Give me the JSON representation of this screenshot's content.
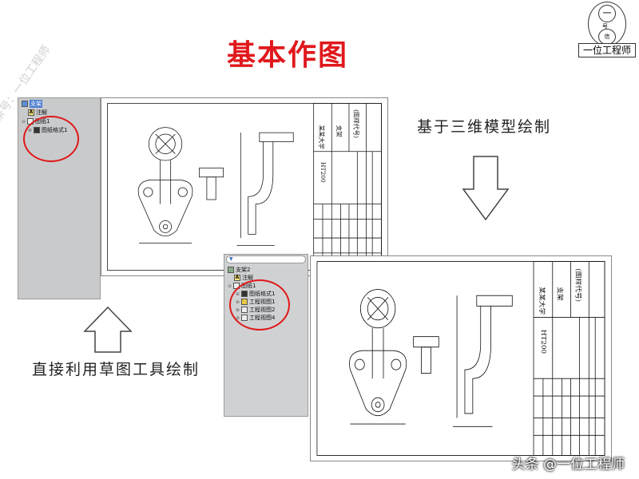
{
  "title": "基本作图",
  "captions": {
    "right": "基于三维模型绘制",
    "left": "直接利用草图工具绘制"
  },
  "logo": {
    "text": "一位工程师",
    "glyphs": [
      "一",
      "号",
      "信"
    ]
  },
  "watermark": "头条号：一位工程师",
  "footer": "头条 @一位工程师",
  "tree1": {
    "root": "支架",
    "items": [
      "注解",
      "图纸1",
      "图纸格式1"
    ]
  },
  "tree2": {
    "root": "支架2",
    "items": [
      "注解",
      "图纸1",
      "图纸格式1",
      "工程视图1",
      "工程视图2",
      "工程视图4"
    ]
  },
  "title_block": {
    "school": "某某大学",
    "part": "支架",
    "code": "(图样代号)",
    "material": "HT200"
  },
  "colors": {
    "title": "#e0191c",
    "highlight_ring": "#e01818",
    "tree_bg": "#c9cacc"
  }
}
